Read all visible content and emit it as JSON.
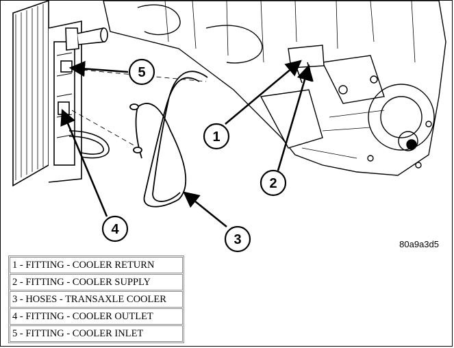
{
  "figure": {
    "figure_id": "80a9a3d5",
    "callouts": [
      {
        "number": "1",
        "name": "callout-1"
      },
      {
        "number": "2",
        "name": "callout-2"
      },
      {
        "number": "3",
        "name": "callout-3"
      },
      {
        "number": "4",
        "name": "callout-4"
      },
      {
        "number": "5",
        "name": "callout-5"
      }
    ]
  },
  "legend": {
    "rows": [
      {
        "text": "1 - FITTING - COOLER RETURN"
      },
      {
        "text": "2 - FITTING - COOLER SUPPLY"
      },
      {
        "text": "3 - HOSES - TRANSAXLE COOLER"
      },
      {
        "text": "4 - FITTING - COOLER OUTLET"
      },
      {
        "text": "5 - FITTING - COOLER INLET"
      }
    ]
  }
}
